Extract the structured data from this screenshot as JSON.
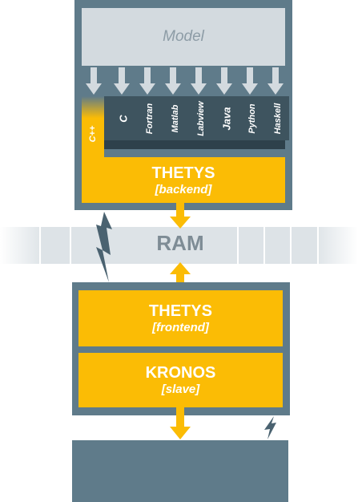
{
  "model": {
    "label": "Model"
  },
  "languages": [
    "C",
    "Fortran",
    "Matlab",
    "Labview",
    "Java",
    "Python",
    "Haskell"
  ],
  "cpp_label": "C++",
  "backend": {
    "title": "THETYS",
    "subtitle": "[backend]"
  },
  "ram": {
    "label": "RAM"
  },
  "frontend": {
    "title": "THETYS",
    "subtitle": "[frontend]"
  },
  "slave": {
    "title": "KRONOS",
    "subtitle": "[slave]"
  },
  "colors": {
    "slate": "#5f7b8a",
    "amber": "#fbbc05",
    "light_grey": "#d3dadf",
    "dark_slate": "#3e545f"
  }
}
